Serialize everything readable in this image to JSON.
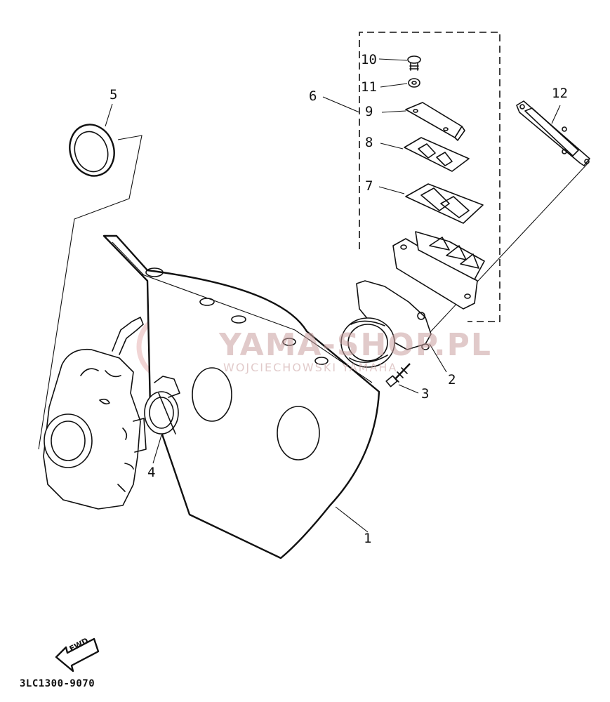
{
  "callouts": [
    {
      "id": "1",
      "label": "1"
    },
    {
      "id": "2",
      "label": "2"
    },
    {
      "id": "3",
      "label": "3"
    },
    {
      "id": "4",
      "label": "4"
    },
    {
      "id": "5",
      "label": "5"
    },
    {
      "id": "6",
      "label": "6"
    },
    {
      "id": "7",
      "label": "7"
    },
    {
      "id": "8",
      "label": "8"
    },
    {
      "id": "9",
      "label": "9"
    },
    {
      "id": "10",
      "label": "10"
    },
    {
      "id": "11",
      "label": "11"
    },
    {
      "id": "12",
      "label": "12"
    }
  ],
  "fwd_label": "FWD",
  "diagram_code": "3LC1300-9070",
  "watermark": {
    "brand": "YAMA-SHOP.PL",
    "sub": "WOJCIECHOWSKI YAMAHA",
    "color": "#d98a8a"
  }
}
